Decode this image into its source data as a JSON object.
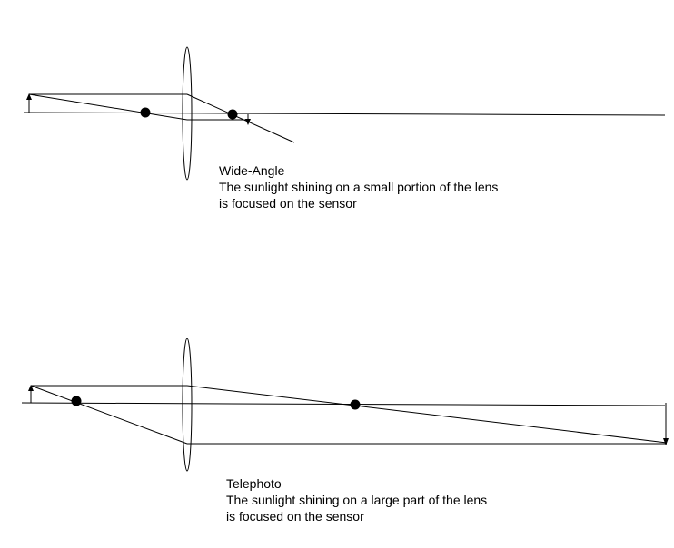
{
  "colors": {
    "background": "#ffffff",
    "stroke": "#000000",
    "text": "#000000"
  },
  "wide_angle": {
    "caption": {
      "title": "Wide-Angle",
      "line1": "The sunlight shining on a small portion of the lens",
      "line2": "is focused on the sensor"
    }
  },
  "telephoto": {
    "caption": {
      "title": "Telephoto",
      "line1": "The sunlight shining on a large part of the lens",
      "line2": "is focused on the sensor"
    }
  }
}
